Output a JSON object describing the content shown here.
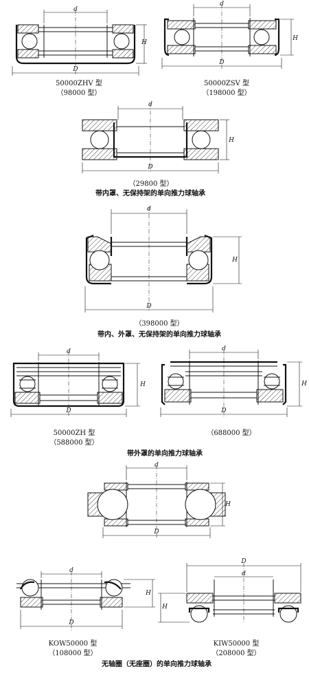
{
  "dims": {
    "d": "d",
    "D": "D",
    "H": "H"
  },
  "figures": [
    {
      "id": "fig1",
      "model": "50000ZHV 型",
      "alt": "（98000 型）"
    },
    {
      "id": "fig2",
      "model": "50000ZSV 型",
      "alt": "（198000 型）"
    },
    {
      "id": "fig3",
      "model": "",
      "alt": "（29800 型）"
    },
    {
      "id": "fig4",
      "model": "",
      "alt": "（398000 型）"
    },
    {
      "id": "fig5",
      "model": "50000ZH 型",
      "alt": "（588000 型）"
    },
    {
      "id": "fig6",
      "model": "",
      "alt": "（688000 型）"
    },
    {
      "id": "fig7",
      "model": "",
      "alt": ""
    },
    {
      "id": "fig8",
      "model": "KOW50000 型",
      "alt": "（108000 型）"
    },
    {
      "id": "fig9",
      "model": "KIW50000 型",
      "alt": "（208000 型）"
    }
  ],
  "group_titles": [
    "带内罩、无保持架的单向推力球轴承",
    "带内、外罩、无保持架的单向推力球轴承",
    "带外罩的单向推力球轴承",
    "无轴圈（无座圈）的单向推力球轴承"
  ]
}
